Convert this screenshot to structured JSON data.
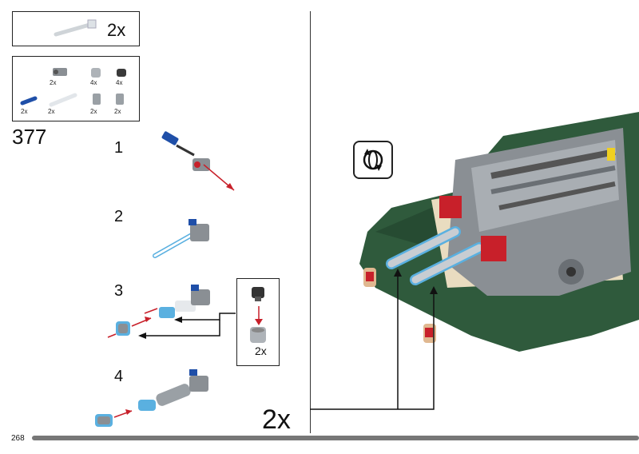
{
  "top_callout": {
    "qty": "2x"
  },
  "parts_list": {
    "items": [
      {
        "icon": "connector-beam-icon",
        "qty": "2x"
      },
      {
        "icon": "bush-icon",
        "qty": "4x"
      },
      {
        "icon": "dark-bush-icon",
        "qty": "4x"
      },
      {
        "icon": "blue-axle-icon",
        "qty": "2x"
      },
      {
        "icon": "white-axle-icon",
        "qty": "2x"
      },
      {
        "icon": "connector-icon",
        "qty": "2x"
      },
      {
        "icon": "connector-icon",
        "qty": "2x"
      }
    ]
  },
  "main_step": "377",
  "substeps": [
    "1",
    "2",
    "3",
    "4"
  ],
  "sub_callout": {
    "qty": "2x"
  },
  "right_panel": {
    "qty": "2x",
    "rotate_icon": "rotate-icon"
  },
  "page_number": "268",
  "colors": {
    "car_green": "#2f5a3c",
    "accent_blue": "#5ab0e0",
    "arrow_red": "#c8202a",
    "part_blue": "#1f4fa8"
  }
}
